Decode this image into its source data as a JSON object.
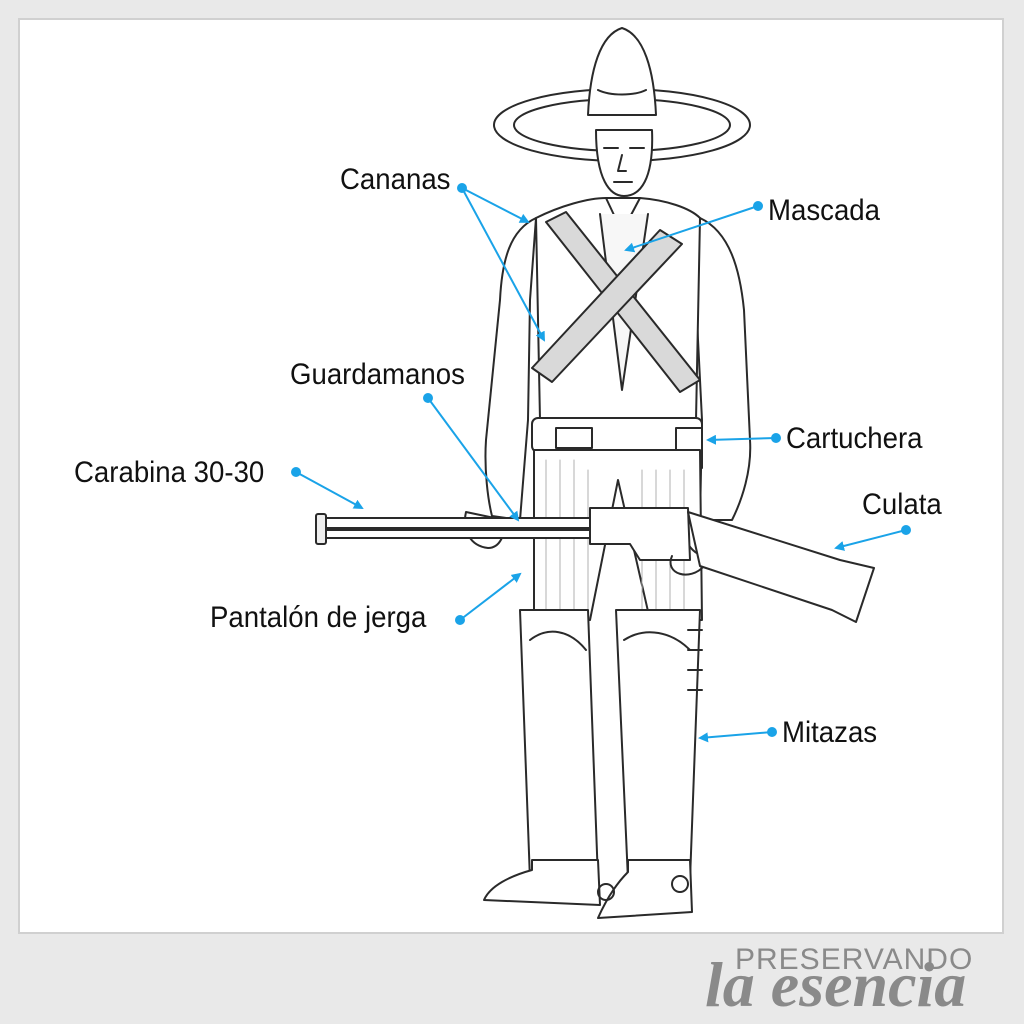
{
  "labels": {
    "cananas": "Cananas",
    "mascada": "Mascada",
    "guardamanos": "Guardamanos",
    "cartuchera": "Cartuchera",
    "carabina": "Carabina 30-30",
    "culata": "Culata",
    "pantalon": "Pantalón de jerga",
    "mitazas": "Mitazas"
  },
  "brand": {
    "line1": "PRESERVANDO",
    "line2": "la esencia"
  },
  "colors": {
    "leader": "#1aa3e8",
    "ink": "#2a2a2a",
    "text": "#111111",
    "brand": "#8a8a8a",
    "background": "#e9e9e9",
    "panel": "#ffffff"
  }
}
